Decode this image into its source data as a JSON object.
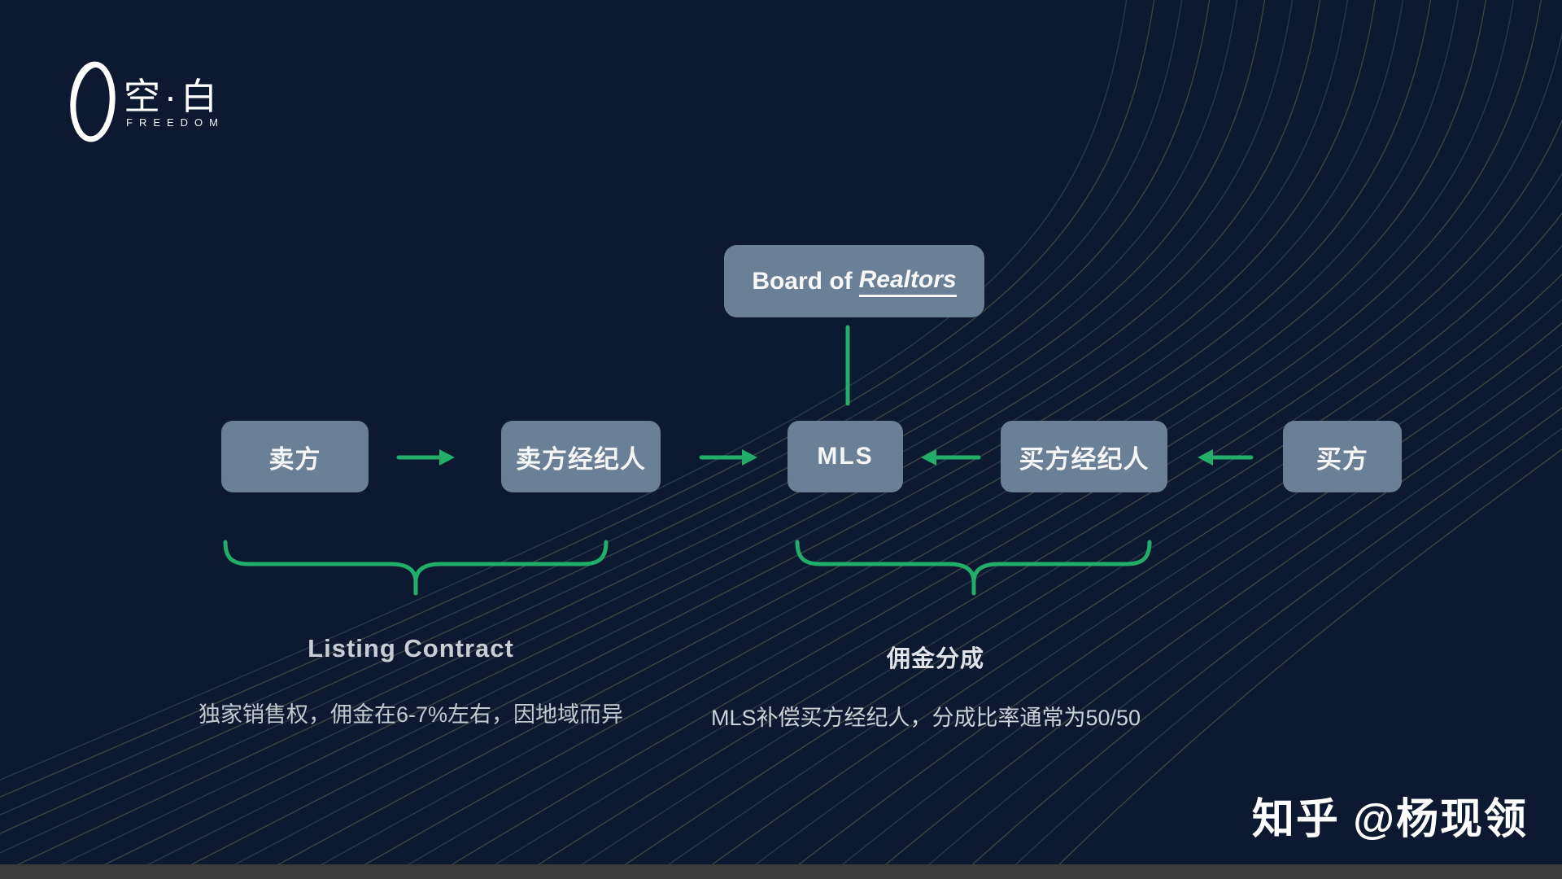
{
  "colors": {
    "background": "#0c1930",
    "box": "#6a8096",
    "accent": "#22ad68",
    "bar": "#3b3b3b"
  },
  "logo": {
    "name": "空·白",
    "subtitle": "FREEDOM"
  },
  "diagram": {
    "board": {
      "prefix": "Board of",
      "emphasis": "Realtors"
    },
    "nodes": [
      {
        "id": "seller",
        "label": "卖方"
      },
      {
        "id": "seller-agent",
        "label": "卖方经纪人"
      },
      {
        "id": "mls",
        "label": "MLS"
      },
      {
        "id": "buyer-agent",
        "label": "买方经纪人"
      },
      {
        "id": "buyer",
        "label": "买方"
      }
    ]
  },
  "annotations": {
    "listing": {
      "title": "Listing Contract",
      "description": "独家销售权，佣金在6-7%左右，因地域而异"
    },
    "commission": {
      "title": "佣金分成",
      "description": "MLS补偿买方经纪人，分成比率通常为50/50"
    }
  },
  "watermark": "知乎 @杨现领"
}
